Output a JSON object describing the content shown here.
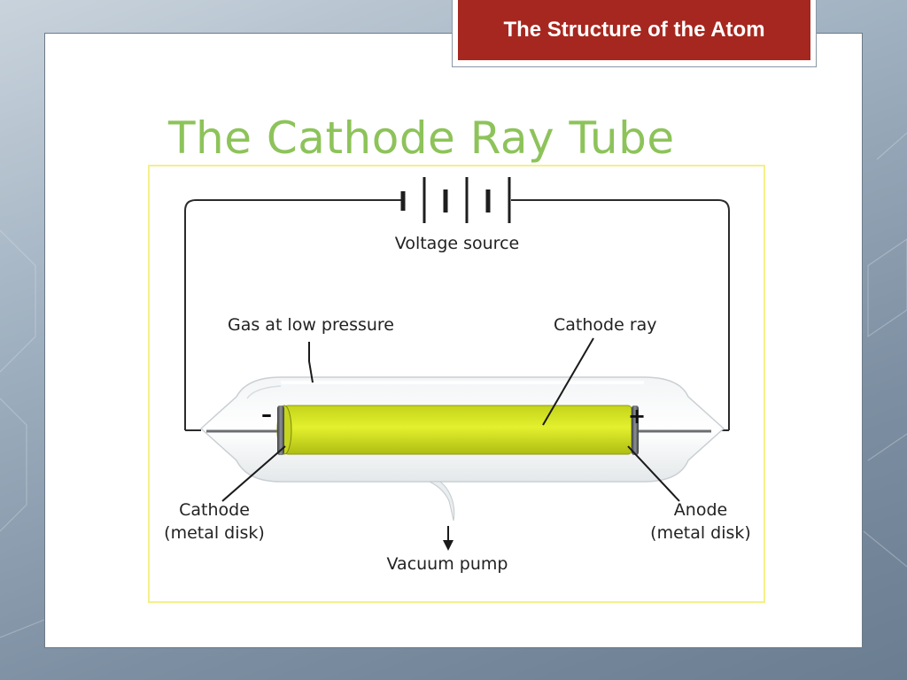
{
  "header": {
    "section_tag": "The Structure of the Atom"
  },
  "slide": {
    "title": "The Cathode Ray Tube"
  },
  "diagram": {
    "labels": {
      "voltage_source": "Voltage source",
      "gas": "Gas at low pressure",
      "cathode_ray": "Cathode ray",
      "cathode_line1": "Cathode",
      "cathode_line2": "(metal disk)",
      "anode_line1": "Anode",
      "anode_line2": "(metal disk)",
      "vacuum_pump": "Vacuum pump",
      "minus_sign": "–",
      "plus_sign": "+"
    },
    "colors": {
      "ray": "#d4e31e",
      "wire": "#2b2b2b",
      "title": "#8dc35a",
      "tag_bg": "#a6271f",
      "frame": "#f4f08a"
    }
  }
}
